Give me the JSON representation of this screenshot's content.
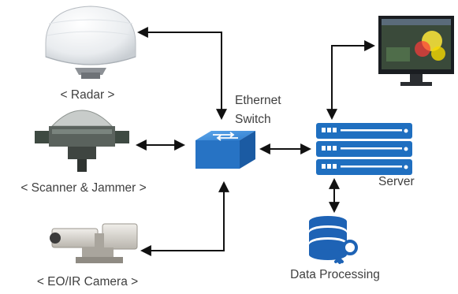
{
  "diagram": {
    "devices": {
      "radar_label": "< Radar >",
      "scanner_label": "< Scanner & Jammer >",
      "camera_label": "< EO/IR Camera >"
    },
    "switch": {
      "line1": "Ethernet",
      "line2": "Switch"
    },
    "server_label": "Server",
    "data_processing_label": "Data Processing"
  },
  "colors": {
    "connector": "#111111",
    "label_text": "#404040",
    "switch_blue": "#2f7fd0",
    "server_blue": "#1f6fc0",
    "database_blue": "#1e63b5"
  },
  "icons": [
    "radar-dome",
    "scanner-jammer",
    "eo-ir-camera",
    "ethernet-switch-icon",
    "server-rack-icon",
    "database-key-icon",
    "monitor-display"
  ]
}
